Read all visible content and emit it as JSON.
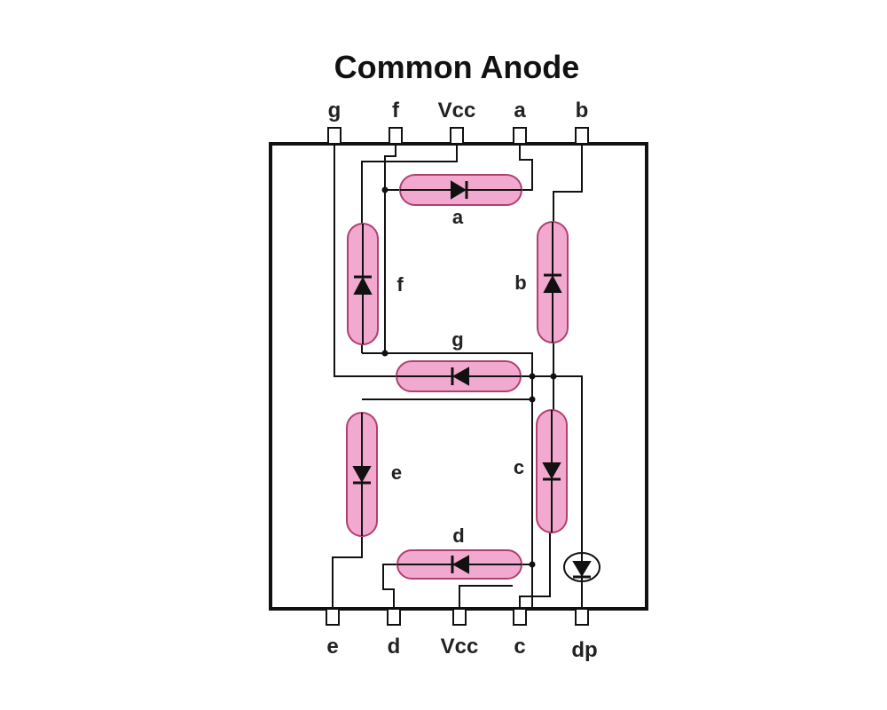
{
  "title": "Common Anode",
  "colors": {
    "segment_fill": "#f2a9cf",
    "segment_stroke": "#b0406e",
    "ink": "#111111"
  },
  "pins_top": [
    "g",
    "f",
    "Vcc",
    "a",
    "b"
  ],
  "pins_bottom": [
    "e",
    "d",
    "Vcc",
    "c",
    "dp"
  ],
  "segments": {
    "a": "a",
    "b": "b",
    "c": "c",
    "d": "d",
    "e": "e",
    "f": "f",
    "g": "g"
  }
}
